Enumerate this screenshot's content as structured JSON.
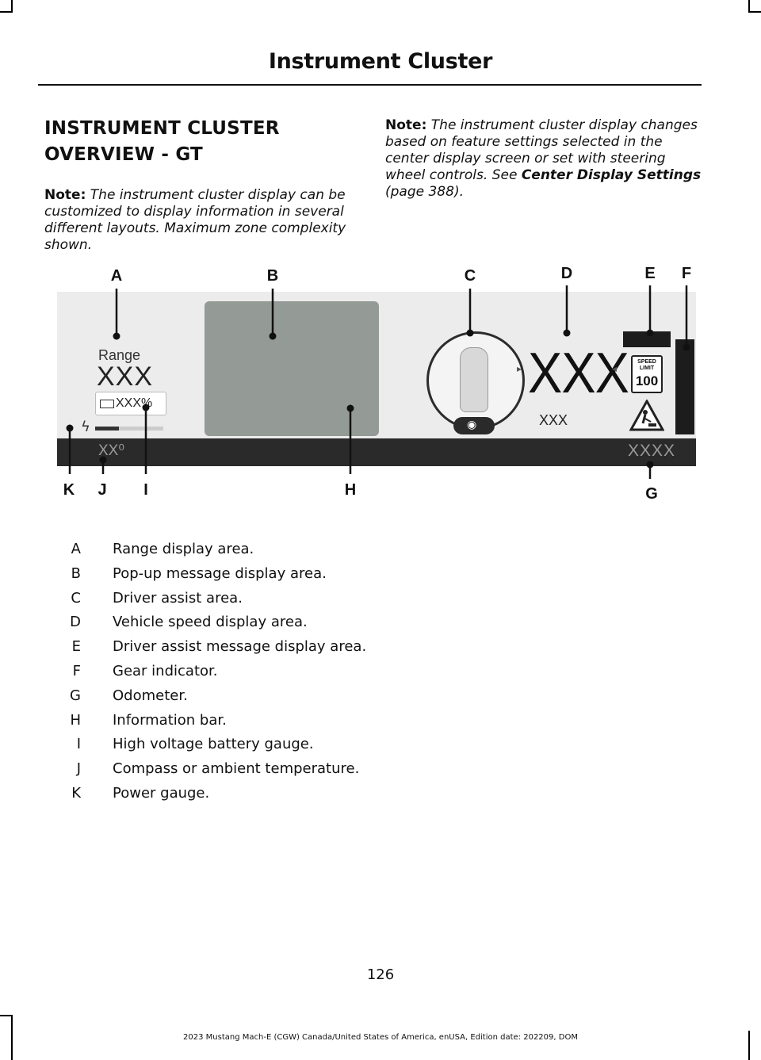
{
  "header": {
    "title": "Instrument Cluster"
  },
  "section": {
    "title_line1": "INSTRUMENT CLUSTER",
    "title_line2": "OVERVIEW - GT"
  },
  "note_left": {
    "label": "Note:",
    "text": " The instrument cluster display can be customized to display information in several different layouts. Maximum zone complexity shown."
  },
  "note_right": {
    "label": "Note:",
    "text": " The instrument cluster display changes based on feature settings selected in the center display screen or set with steering wheel controls.  See ",
    "ref": "Center Display Settings",
    "page": " (page 388)."
  },
  "figure": {
    "callouts_top": [
      "A",
      "B",
      "C",
      "D",
      "E",
      "F"
    ],
    "callouts_bottom": [
      "K",
      "J",
      "I",
      "H",
      "G"
    ],
    "display": {
      "range_label": "Range",
      "range_value": "XXX",
      "battery_value": "XXX%",
      "bolt_icon": "lightning-bolt-icon",
      "temperature": "XX⁰",
      "speed": "XXX",
      "speed_secondary": "XXX",
      "speed_limit_label": "SPEED LIMIT",
      "speed_limit_value": "100",
      "odometer": "XXXX"
    }
  },
  "legend": [
    {
      "letter": "A",
      "desc": "Range display area."
    },
    {
      "letter": "B",
      "desc": "Pop-up message display area."
    },
    {
      "letter": "C",
      "desc": "Driver assist area."
    },
    {
      "letter": "D",
      "desc": "Vehicle speed display area."
    },
    {
      "letter": "E",
      "desc": "Driver assist message display area."
    },
    {
      "letter": "F",
      "desc": "Gear indicator."
    },
    {
      "letter": "G",
      "desc": "Odometer."
    },
    {
      "letter": "H",
      "desc": "Information bar."
    },
    {
      "letter": "I",
      "desc": "High voltage battery gauge."
    },
    {
      "letter": "J",
      "desc": "Compass or ambient temperature."
    },
    {
      "letter": "K",
      "desc": "Power gauge."
    }
  ],
  "page_number": "126",
  "footer": "2023 Mustang Mach-E (CGW) Canada/United States of America, enUSA, Edition date: 202209, DOM"
}
